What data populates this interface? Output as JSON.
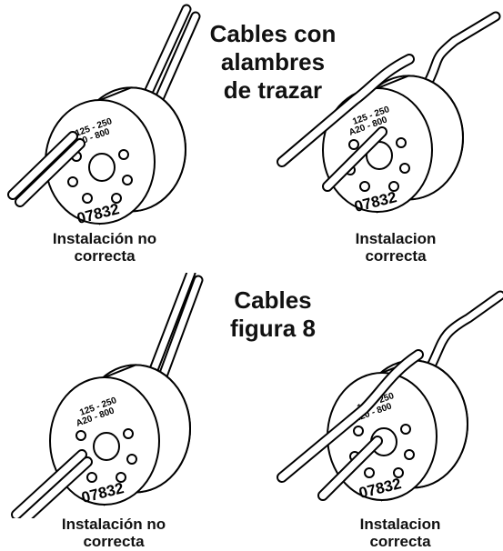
{
  "headings": {
    "tracer": "Cables con\nalambres\nde trazar",
    "figure8": "Cables\nfigura 8"
  },
  "tool": {
    "code": "07832",
    "size_a": "125",
    "size_b": "250",
    "size_c": "A20",
    "size_d": "800",
    "dash": "-"
  },
  "panels": [
    {
      "id": "tl",
      "caption": "Instalación no\ncorrecta",
      "correct": false,
      "cable": "tracer"
    },
    {
      "id": "tr",
      "caption": "Instalacion\ncorrecta",
      "correct": true,
      "cable": "tracer"
    },
    {
      "id": "bl",
      "caption": "Instalación no\ncorrecta",
      "correct": false,
      "cable": "figure8"
    },
    {
      "id": "br",
      "caption": "Instalacion\ncorrecta",
      "correct": true,
      "cable": "figure8"
    }
  ]
}
